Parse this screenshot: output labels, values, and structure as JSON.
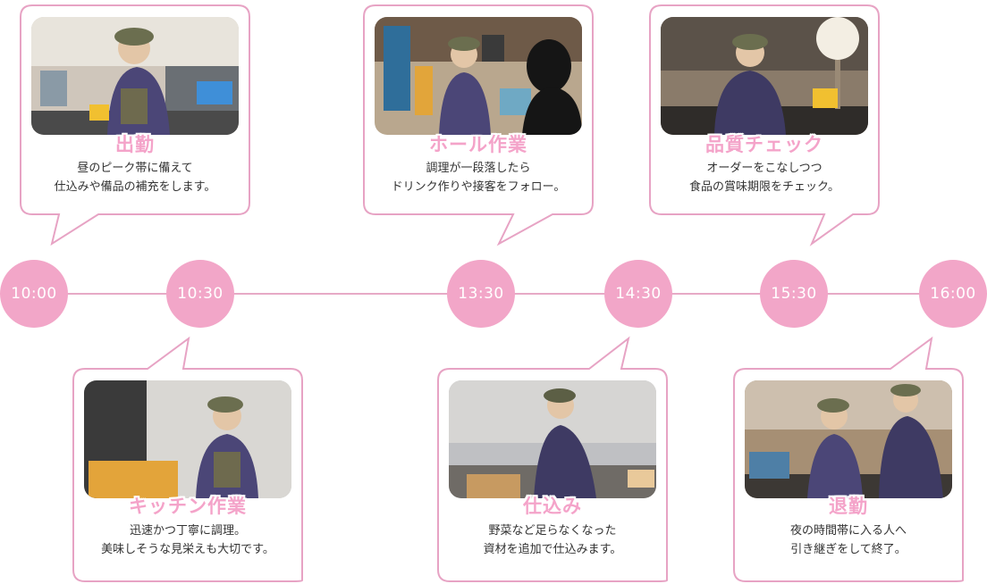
{
  "timeline": {
    "times": [
      "10:00",
      "10:30",
      "13:30",
      "14:30",
      "15:30",
      "16:00"
    ]
  },
  "cards": [
    {
      "title": "出勤",
      "line1": "昼のピーク帯に備えて",
      "line2": "仕込みや備品の補充をします。"
    },
    {
      "title": "キッチン作業",
      "line1": "迅速かつ丁寧に調理。",
      "line2": "美味しそうな見栄えも大切です。"
    },
    {
      "title": "ホール作業",
      "line1": "調理が一段落したら",
      "line2": "ドリンク作りや接客をフォロー。"
    },
    {
      "title": "仕込み",
      "line1": "野菜など足らなくなった",
      "line2": "資材を追加で仕込みます。"
    },
    {
      "title": "品質チェック",
      "line1": "オーダーをこなしつつ",
      "line2": "食品の賞味期限をチェック。"
    },
    {
      "title": "退勤",
      "line1": "夜の時間帯に入る人へ",
      "line2": "引き継ぎをして終了。"
    }
  ],
  "colors": {
    "accent": "#f2a6c8",
    "border": "#e7a3c4",
    "title": "#f4a3c9"
  }
}
